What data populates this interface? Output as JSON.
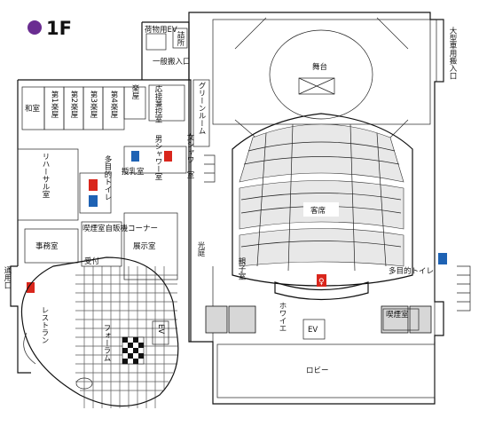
{
  "title": "1F",
  "colors": {
    "floor_dot": "#6a2d91",
    "restroom_red": "#d9261c",
    "restroom_blue": "#1e62b4"
  },
  "rooms": {
    "stage": "舞台",
    "seats": "客席",
    "lobby": "ロビー",
    "foyer": "ホワイエ",
    "loading_dock": "大型車用搬入口",
    "cargo_ev": "荷物用EV",
    "guard_room": "詰所",
    "general_entrance": "一般搬入口",
    "japanese_room": "和室",
    "dressing1": "第1楽屋",
    "dressing2": "第2楽屋",
    "dressing3": "第3楽屋",
    "dressing4": "第4楽屋",
    "dressing_small": "楽屋",
    "reception_control": "応接兼控室",
    "green_room": "グリーンルーム",
    "shower_m": "男シャワー室",
    "shower_f": "女シャワー室",
    "multi_toilet_1": "多目的トイレ",
    "nursing": "授乳室",
    "rehearsal": "リハーサル室",
    "office": "事務室",
    "smoking_vending": "喫煙室自販機コーナー",
    "reception_desk": "受付",
    "exhibition": "展示室",
    "light_court": "光庭",
    "parent_child": "親子室",
    "multi_toilet_2": "多目的トイレ",
    "smoking2": "喫煙室",
    "staff_entrance": "通用口",
    "restaurant": "レストラン",
    "forum": "フォーラム",
    "ev1": "EV",
    "ev2": "EV"
  }
}
